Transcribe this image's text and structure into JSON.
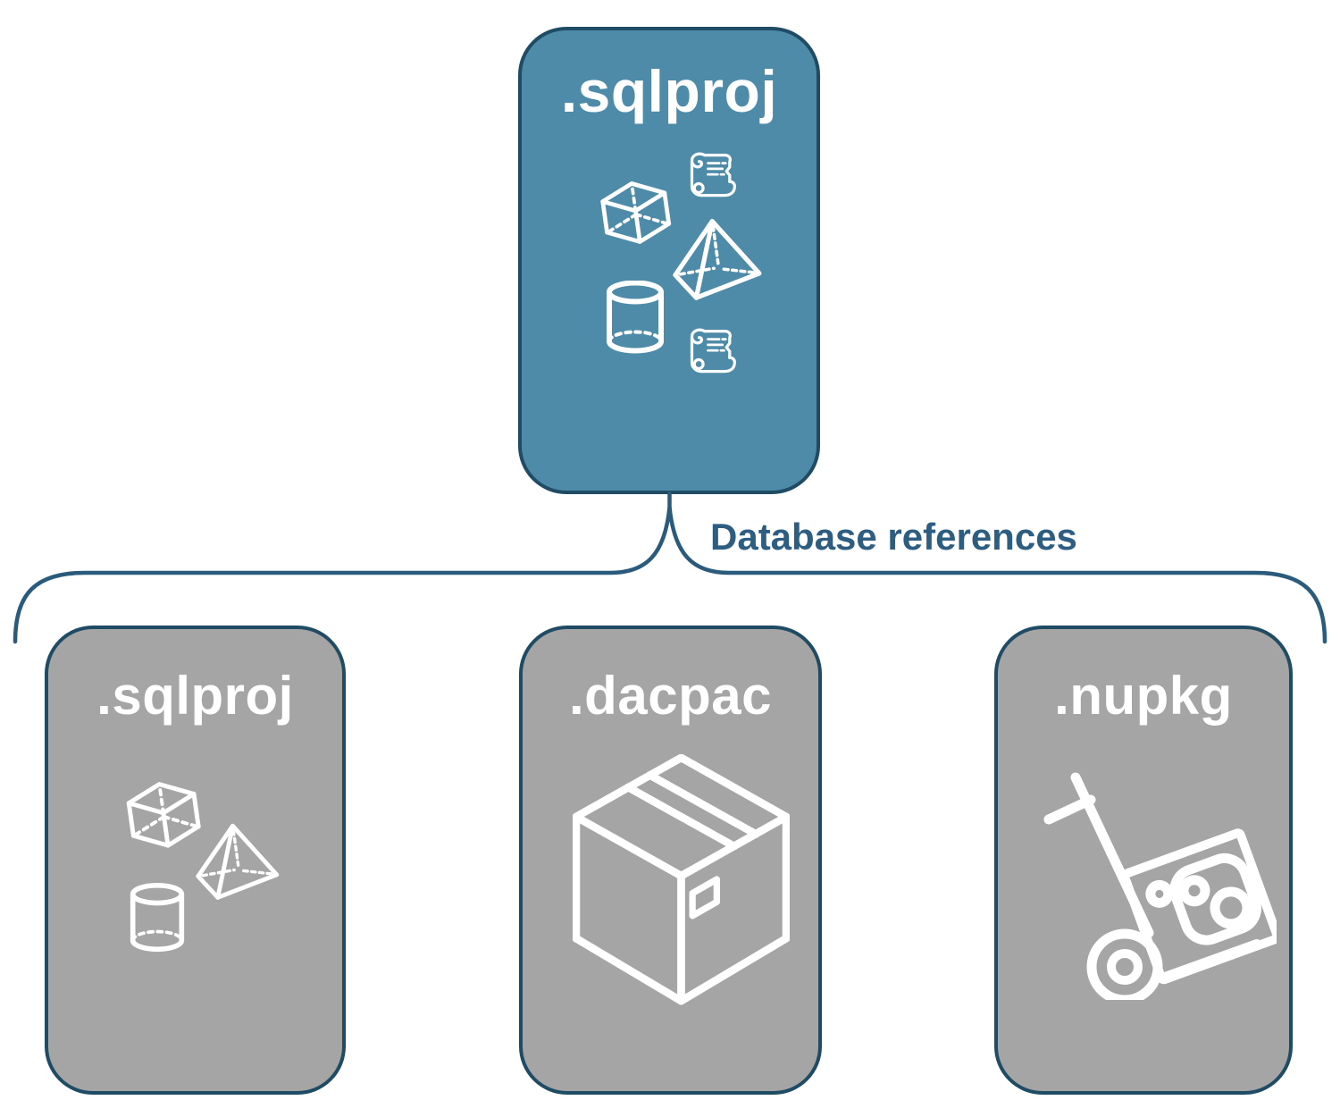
{
  "diagram": {
    "connector_label": "Database references",
    "parent": {
      "label": ".sqlproj",
      "icons": [
        "cube-icon",
        "script-scroll-icon",
        "pyramid-icon",
        "cylinder-icon",
        "script-scroll-icon"
      ]
    },
    "children": [
      {
        "label": ".sqlproj",
        "icons": [
          "cube-icon",
          "pyramid-icon",
          "cylinder-icon"
        ]
      },
      {
        "label": ".dacpac",
        "icons": [
          "package-box-icon"
        ]
      },
      {
        "label": ".nupkg",
        "icons": [
          "nuget-hand-truck-icon"
        ]
      }
    ]
  },
  "colors": {
    "background": "#ffffff",
    "parent_fill": "#4d8ba9",
    "child_fill": "#a5a5a5",
    "card_border": "#1f4c64",
    "connector": "#2a5b7d",
    "reference_label_text": "#2d5e81",
    "icon_stroke": "#ffffff",
    "card_label_text": "#ffffff"
  }
}
